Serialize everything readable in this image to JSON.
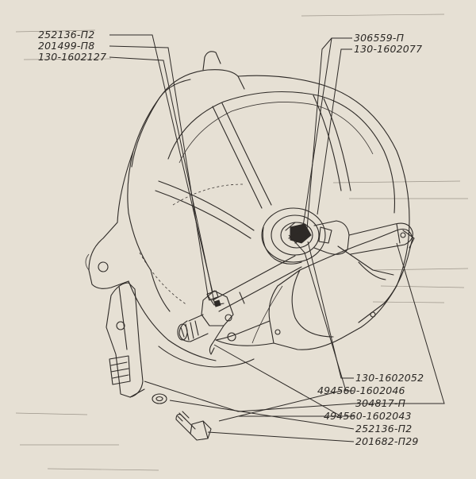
{
  "callouts": {
    "c1": "252136-П2",
    "c2": "201499-П8",
    "c3": "130-1602127",
    "c4": "306559-П",
    "c5": "130-1602077",
    "c6": "130-1602052",
    "c7": "494560-1602046",
    "c8": "304817-П",
    "c9": "494560-1602043",
    "c10": "252136-П2",
    "c11": "201682-П29"
  }
}
